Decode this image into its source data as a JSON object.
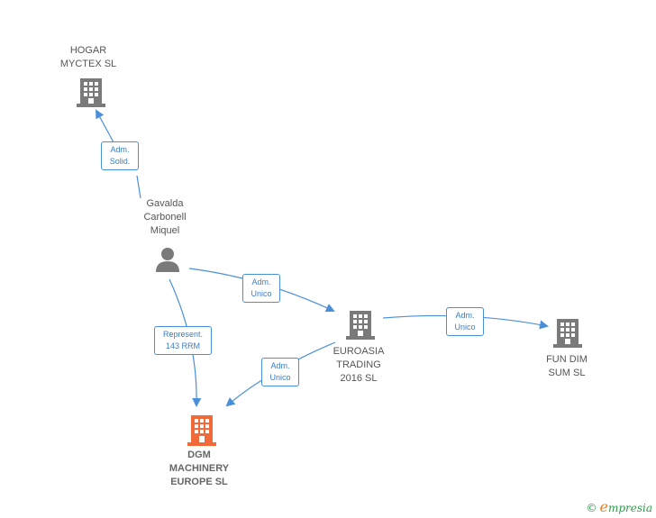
{
  "nodes": {
    "hogar": {
      "lines": [
        "HOGAR",
        "MYCTEX SL"
      ]
    },
    "gavalda": {
      "lines": [
        "Gavalda",
        "Carbonell",
        "Miquel"
      ]
    },
    "euroasia": {
      "lines": [
        "EUROASIA",
        "TRADING",
        "2016  SL"
      ]
    },
    "fundim": {
      "lines": [
        "FUN DIM",
        "SUM  SL"
      ]
    },
    "dgm": {
      "lines": [
        "DGM",
        "MACHINERY",
        "EUROPE  SL"
      ]
    }
  },
  "edges": {
    "gavalda_hogar": {
      "lines": [
        "Adm.",
        "Solid."
      ]
    },
    "gavalda_euroasia": {
      "lines": [
        "Adm.",
        "Unico"
      ]
    },
    "euroasia_fundim": {
      "lines": [
        "Adm.",
        "Unico"
      ]
    },
    "euroasia_dgm": {
      "lines": [
        "Adm.",
        "Unico"
      ]
    },
    "gavalda_dgm": {
      "lines": [
        "Represent.",
        "143 RRM"
      ]
    }
  },
  "colors": {
    "edge": "#4a8fd9",
    "company_icon": "#7a7a7a",
    "main_company_icon": "#f26a3a",
    "person_icon": "#7a7a7a"
  },
  "footer": {
    "copyright": "©",
    "brand_initial": "e",
    "brand_rest": "mpresia"
  }
}
